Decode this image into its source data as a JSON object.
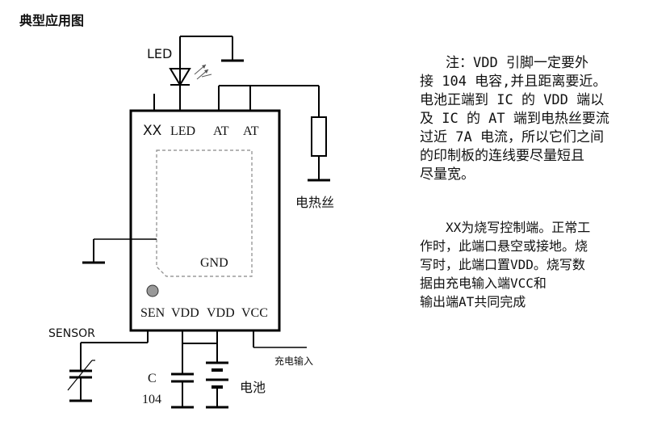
{
  "title": "典型应用图",
  "chip": {
    "top_pins": [
      "XX",
      "LED",
      "AT",
      "AT"
    ],
    "bottom_pins": [
      "SEN",
      "VDD",
      "VDD",
      "VCC"
    ],
    "inner_label": "GND"
  },
  "components": {
    "led": "LED",
    "heater": "电热丝",
    "sensor": "SENSOR",
    "capacitor_letter": "C",
    "capacitor_value": "104",
    "battery": "电池",
    "charge_input": "充电输入"
  },
  "notes": {
    "note1": [
      "注：VDD 引脚一定要外",
      "接 104 电容,并且距离要近。",
      "电池正端到 IC 的 VDD 端以",
      "及 IC 的 AT 端到电热丝要流",
      "过近 7A 电流，所以它们之间",
      "的印制板的连线要尽量短且",
      "尽量宽。"
    ],
    "note2": [
      "XX为烧写控制端。正常工",
      "作时，此端口悬空或接地。烧",
      "写时，此端口置VDD。烧写数",
      "据由充电输入端VCC和",
      "输出端AT共同完成"
    ]
  }
}
